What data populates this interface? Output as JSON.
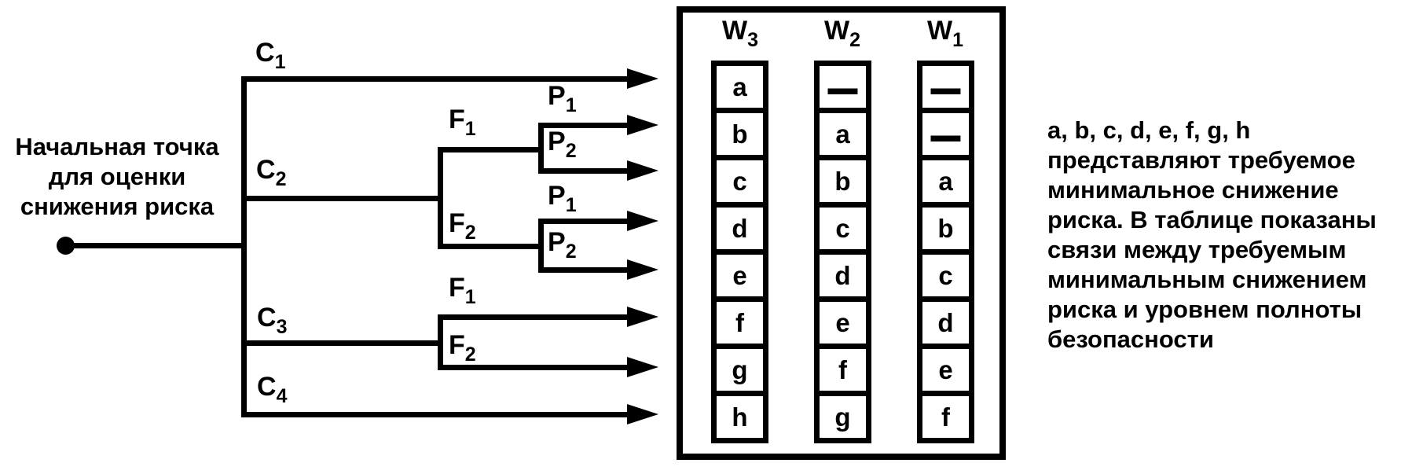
{
  "start": {
    "lines": [
      "Начальная точка",
      "для оценки",
      "снижения риска"
    ]
  },
  "labels": {
    "c1": {
      "base": "C",
      "sub": "1"
    },
    "c2": {
      "base": "C",
      "sub": "2"
    },
    "c3": {
      "base": "C",
      "sub": "3"
    },
    "c4": {
      "base": "C",
      "sub": "4"
    },
    "f1": {
      "base": "F",
      "sub": "1"
    },
    "f2": {
      "base": "F",
      "sub": "2"
    },
    "p1": {
      "base": "P",
      "sub": "1"
    },
    "p2": {
      "base": "P",
      "sub": "2"
    }
  },
  "table": {
    "columns": [
      {
        "header": {
          "base": "W",
          "sub": "3"
        },
        "values": [
          "a",
          "b",
          "c",
          "d",
          "e",
          "f",
          "g",
          "h"
        ]
      },
      {
        "header": {
          "base": "W",
          "sub": "2"
        },
        "values": [
          "—",
          "a",
          "b",
          "c",
          "d",
          "e",
          "f",
          "g"
        ]
      },
      {
        "header": {
          "base": "W",
          "sub": "1"
        },
        "values": [
          "—",
          "—",
          "a",
          "b",
          "c",
          "d",
          "e",
          "f"
        ]
      }
    ]
  },
  "note": {
    "lines": [
      "a, b, c, d, e, f, g, h",
      "представляют требуемое",
      "минимальное снижение",
      "риска. В таблице показаны",
      "связи между требуемым",
      "минимальным снижением",
      "риска и уровнем полноты",
      "безопасности"
    ]
  },
  "colors": {
    "ink": "#000000",
    "background": "#ffffff"
  }
}
